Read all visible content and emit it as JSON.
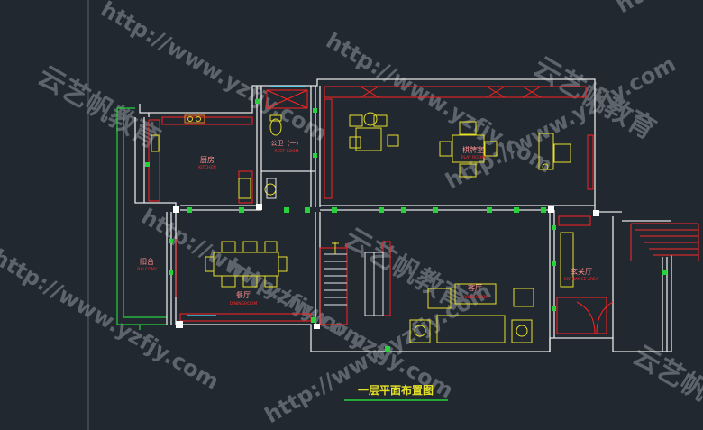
{
  "colors": {
    "background": "#212830",
    "wall": "#e6e6e6",
    "furniture": "#e5e02a",
    "room_label": "#ff2a2a",
    "green_line": "#27d23a",
    "red_detail": "#ff2222",
    "cyan_mark": "#39c6e6",
    "watermark": "#6a7078",
    "title": "#e5e02a",
    "title_underline": "#27d23a"
  },
  "rooms": {
    "kitchen": {
      "cn": "厨房",
      "en": "KITCHEN"
    },
    "guest_wc": {
      "cn": "公卫（一）",
      "en": "REST ROOM"
    },
    "play_room": {
      "cn": "棋牌室",
      "en": "PLAY ROOM"
    },
    "balcony": {
      "cn": "阳台",
      "en": "BALCONY"
    },
    "dining": {
      "cn": "餐厅",
      "en": "DININGROOM"
    },
    "living": {
      "cn": "客厅",
      "en": "LIVING ROOM"
    },
    "entrance": {
      "cn": "玄关厅",
      "en": "ENTRANCE AREA"
    }
  },
  "drawing_title": "一层平面布置图",
  "watermarks": {
    "url": "http://www.yzfjy.com",
    "brand": "云艺帆教育"
  }
}
